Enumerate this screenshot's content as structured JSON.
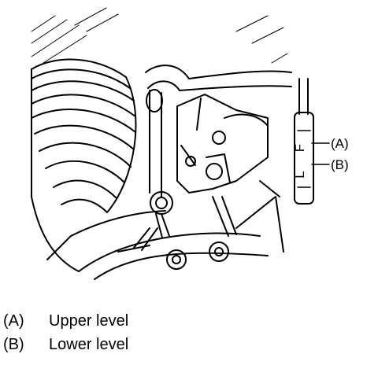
{
  "diagram": {
    "dipstick_marks": [
      "F",
      "L"
    ],
    "callouts": [
      "(A)",
      "(B)"
    ]
  },
  "legend": [
    {
      "key": "(A)",
      "label": "Upper level"
    },
    {
      "key": "(B)",
      "label": "Lower level"
    }
  ]
}
